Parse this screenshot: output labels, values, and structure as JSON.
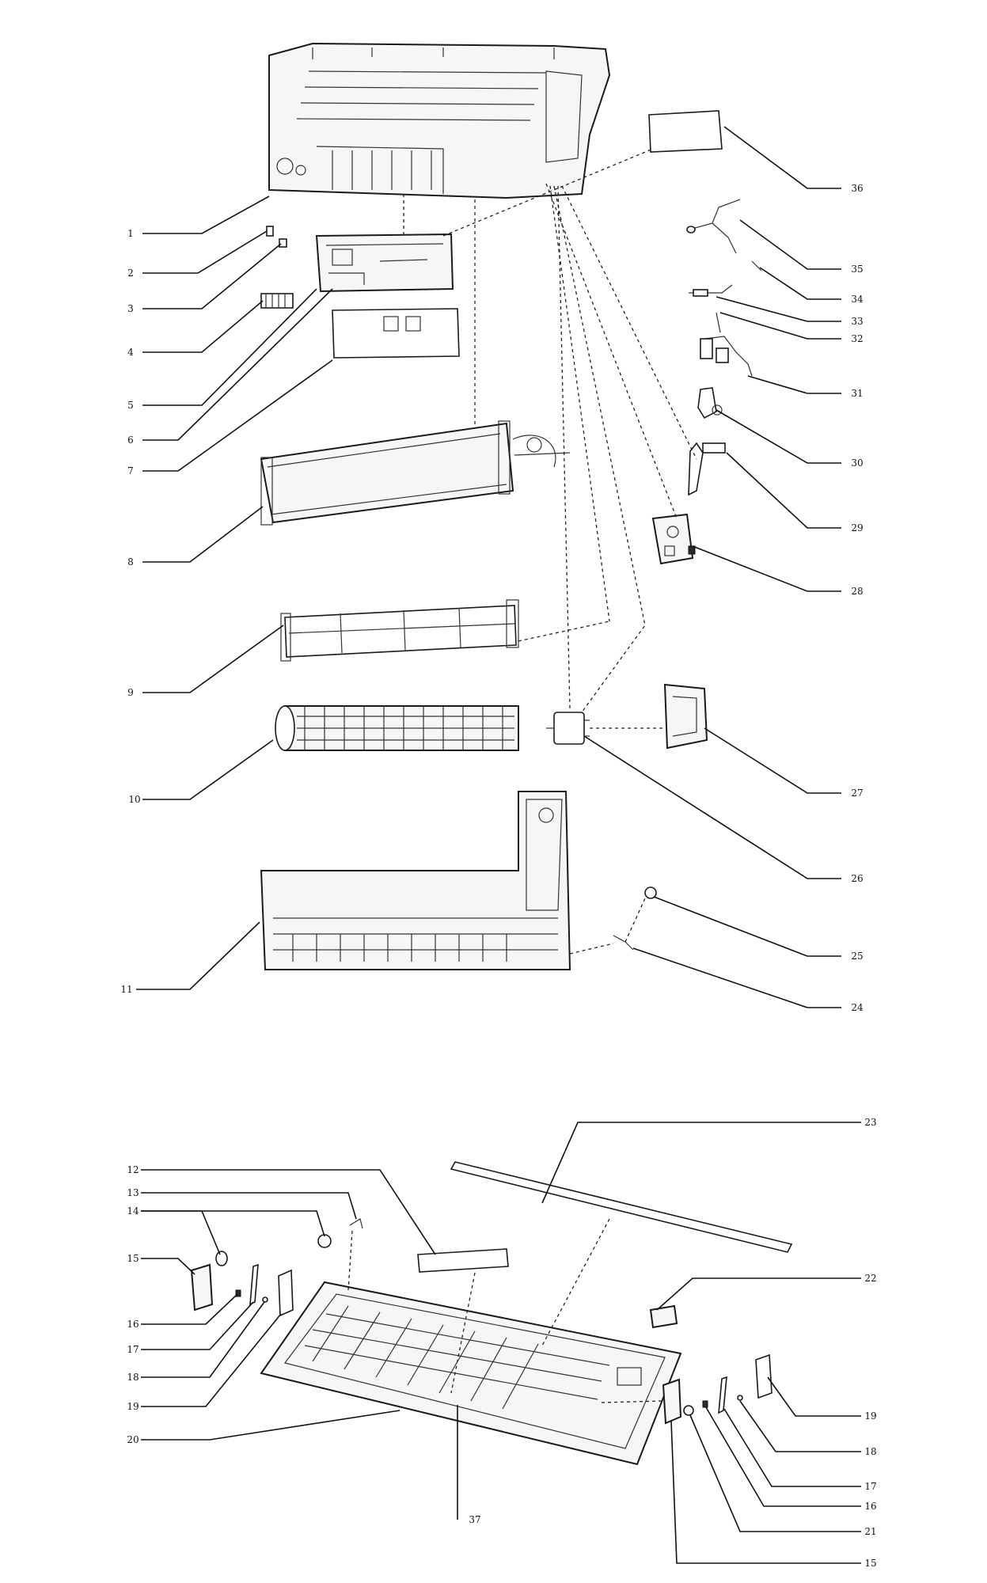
{
  "callouts": {
    "c1": "1",
    "c2": "2",
    "c3": "3",
    "c4": "4",
    "c5": "5",
    "c6": "6",
    "c7": "7",
    "c8": "8",
    "c9": "9",
    "c10": "10",
    "c11": "11",
    "c12": "12",
    "c13": "13",
    "c14": "14",
    "c15a": "15",
    "c16a": "16",
    "c17a": "17",
    "c18a": "18",
    "c19a": "19",
    "c20": "20",
    "c37": "37",
    "c36": "36",
    "c35": "35",
    "c34": "34",
    "c33": "33",
    "c32": "32",
    "c31": "31",
    "c30": "30",
    "c29": "29",
    "c28": "28",
    "c27": "27",
    "c26": "26",
    "c25": "25",
    "c24": "24",
    "c23": "23",
    "c22": "22",
    "c19b": "19",
    "c18b": "18",
    "c17b": "17",
    "c16b": "16",
    "c21": "21",
    "c15b": "15"
  }
}
